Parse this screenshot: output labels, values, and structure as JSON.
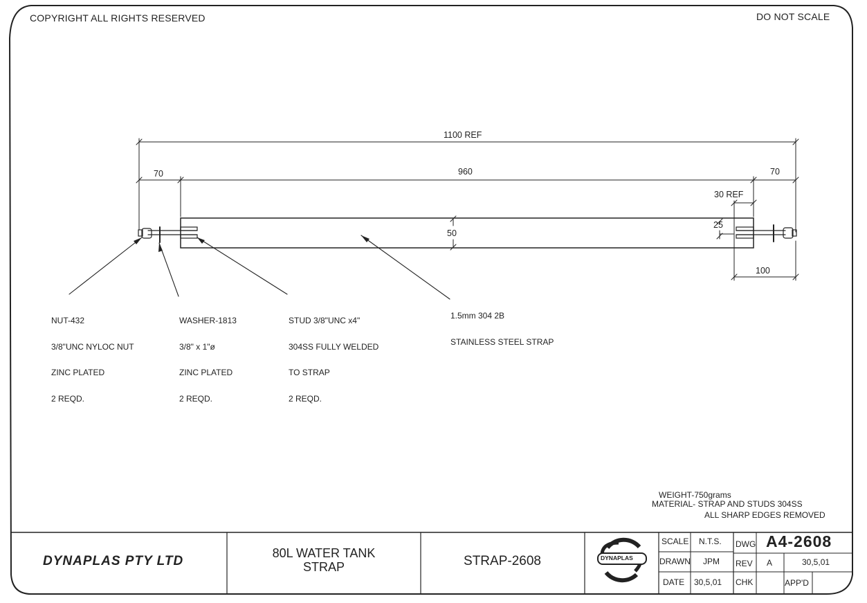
{
  "header": {
    "copyright": "COPYRIGHT ALL RIGHTS RESERVED",
    "scale_note": "DO NOT SCALE"
  },
  "dimensions": {
    "overall": "1100 REF",
    "strap_length": "960",
    "left_end": "70",
    "right_end": "70",
    "stud_ref": "30 REF",
    "stud_offset": "25",
    "strap_width": "50",
    "stud_span": "100"
  },
  "callouts": {
    "nut": [
      "NUT-432",
      "3/8\"UNC NYLOC NUT",
      "ZINC PLATED",
      "2 REQD."
    ],
    "washer": [
      "WASHER-1813",
      "3/8\" x 1\"ø",
      "ZINC PLATED",
      "2 REQD."
    ],
    "stud": [
      "STUD 3/8\"UNC x4\"",
      "304SS FULLY WELDED",
      "TO STRAP",
      "2 REQD."
    ],
    "strap": [
      "1.5mm 304 2B",
      "STAINLESS STEEL STRAP"
    ]
  },
  "notes": {
    "weight": "WEIGHT-750grams",
    "material": "MATERIAL- STRAP AND STUDS 304SS",
    "edges": "ALL SHARP EDGES REMOVED"
  },
  "title_block": {
    "company": "DYNAPLAS PTY LTD",
    "title_line1": "80L WATER TANK",
    "title_line2": "STRAP",
    "part_name": "STRAP-2608",
    "logo_text": "DYNAPLAS",
    "scale_label": "SCALE",
    "scale_value": "N.T.S.",
    "drawn_label": "DRAWN",
    "drawn_value": "JPM",
    "date_label": "DATE",
    "date_value": "30,5,01",
    "dwg_label": "DWG",
    "dwg_value": "A4-2608",
    "rev_label": "REV",
    "rev_value": "A",
    "rev_date": "30,5,01",
    "chk_label": "CHK",
    "chk_value": "",
    "appd_label": "APP'D",
    "appd_value": ""
  }
}
